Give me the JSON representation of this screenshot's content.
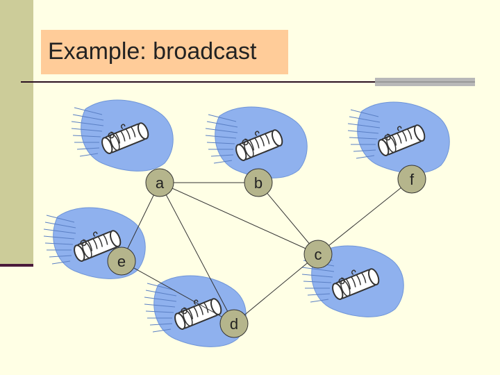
{
  "slide": {
    "title": "Example:  broadcast"
  },
  "diagram": {
    "nodes": [
      {
        "id": "a",
        "label": "a"
      },
      {
        "id": "b",
        "label": "b"
      },
      {
        "id": "c",
        "label": "c"
      },
      {
        "id": "d",
        "label": "d"
      },
      {
        "id": "e",
        "label": "e"
      },
      {
        "id": "f",
        "label": "f"
      }
    ],
    "edges": [
      [
        "a",
        "b"
      ],
      [
        "a",
        "e"
      ],
      [
        "a",
        "c"
      ],
      [
        "a",
        "d"
      ],
      [
        "b",
        "c"
      ],
      [
        "c",
        "f"
      ],
      [
        "c",
        "d"
      ],
      [
        "e",
        "d"
      ]
    ],
    "node_color": "#b5b58c",
    "cloud_color": "#8fb1ee",
    "icon": "scroll-message-icon"
  }
}
